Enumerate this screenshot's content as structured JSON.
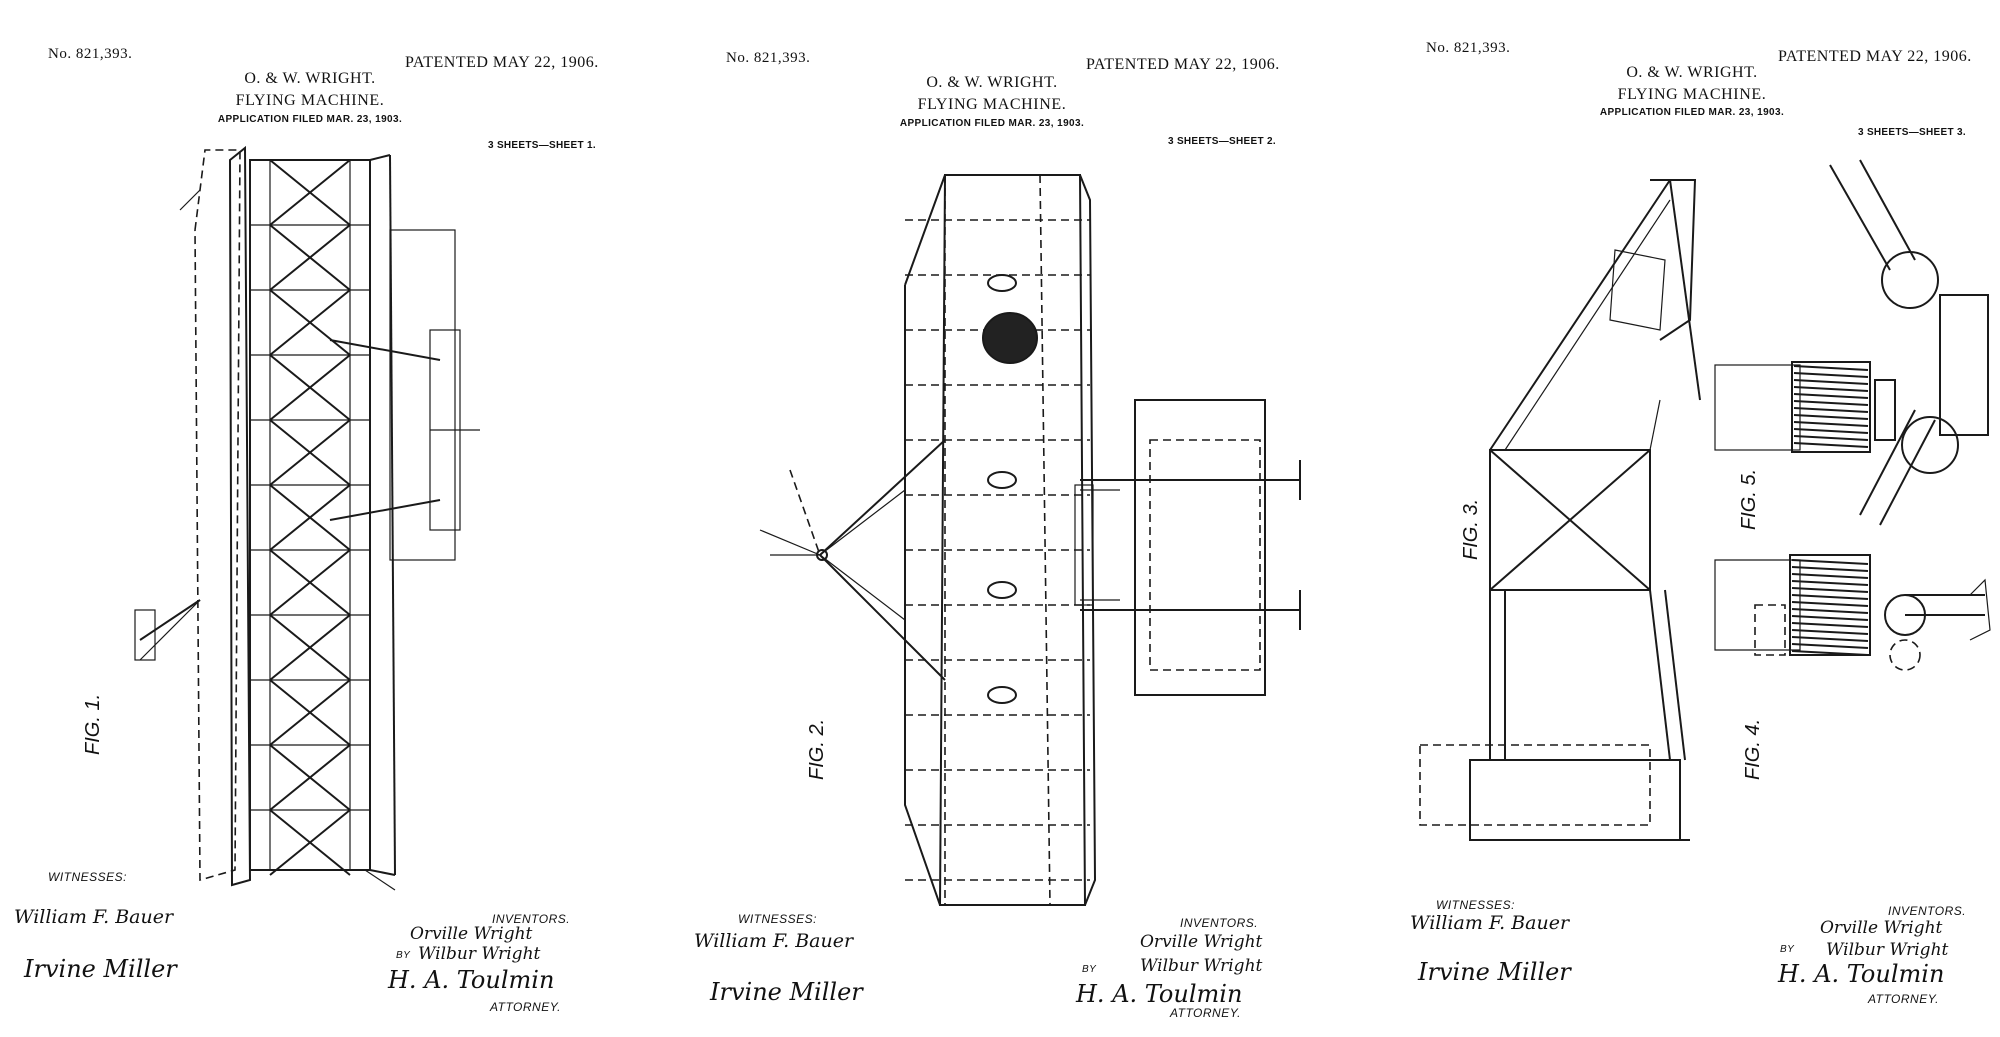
{
  "sheets": [
    {
      "number": "No. 821,393.",
      "date": "PATENTED MAY 22, 1906.",
      "inventors": "O. & W. WRIGHT.",
      "title": "FLYING MACHINE.",
      "filed": "APPLICATION FILED MAR. 23, 1903.",
      "sheet": "3 SHEETS—SHEET 1.",
      "fig": "FIG. 1.",
      "witnesses_label": "WITNESSES:",
      "witness1": "William F. Bauer",
      "witness2": "Irvine Miller",
      "inventors_label": "INVENTORS.",
      "inventor1": "Orville Wright",
      "inventor2": "Wilbur Wright",
      "by": "BY",
      "attorney_sig": "H. A. Toulmin",
      "attorney_label": "ATTORNEY."
    },
    {
      "number": "No. 821,393.",
      "date": "PATENTED MAY 22, 1906.",
      "inventors": "O. & W. WRIGHT.",
      "title": "FLYING MACHINE.",
      "filed": "APPLICATION FILED MAR. 23, 1903.",
      "sheet": "3 SHEETS—SHEET 2.",
      "fig": "FIG. 2.",
      "witnesses_label": "WITNESSES:",
      "witness1": "William F. Bauer",
      "witness2": "Irvine Miller",
      "inventors_label": "INVENTORS.",
      "inventor1": "Orville Wright",
      "inventor2": "Wilbur Wright",
      "by": "BY",
      "attorney_sig": "H. A. Toulmin",
      "attorney_label": "ATTORNEY."
    },
    {
      "number": "No. 821,393.",
      "date": "PATENTED MAY 22, 1906.",
      "inventors": "O. & W. WRIGHT.",
      "title": "FLYING MACHINE.",
      "filed": "APPLICATION FILED MAR. 23, 1903.",
      "sheet": "3 SHEETS—SHEET 3.",
      "fig3": "FIG. 3.",
      "fig4": "FIG. 4.",
      "fig5": "FIG. 5.",
      "witnesses_label": "WITNESSES:",
      "witness1": "William F. Bauer",
      "witness2": "Irvine Miller",
      "inventors_label": "INVENTORS.",
      "inventor1": "Orville Wright",
      "inventor2": "Wilbur Wright",
      "by": "BY",
      "attorney_sig": "H. A. Toulmin",
      "attorney_label": "ATTORNEY."
    }
  ],
  "colors": {
    "ink": "#1a1a1a",
    "paper": "#ffffff"
  }
}
